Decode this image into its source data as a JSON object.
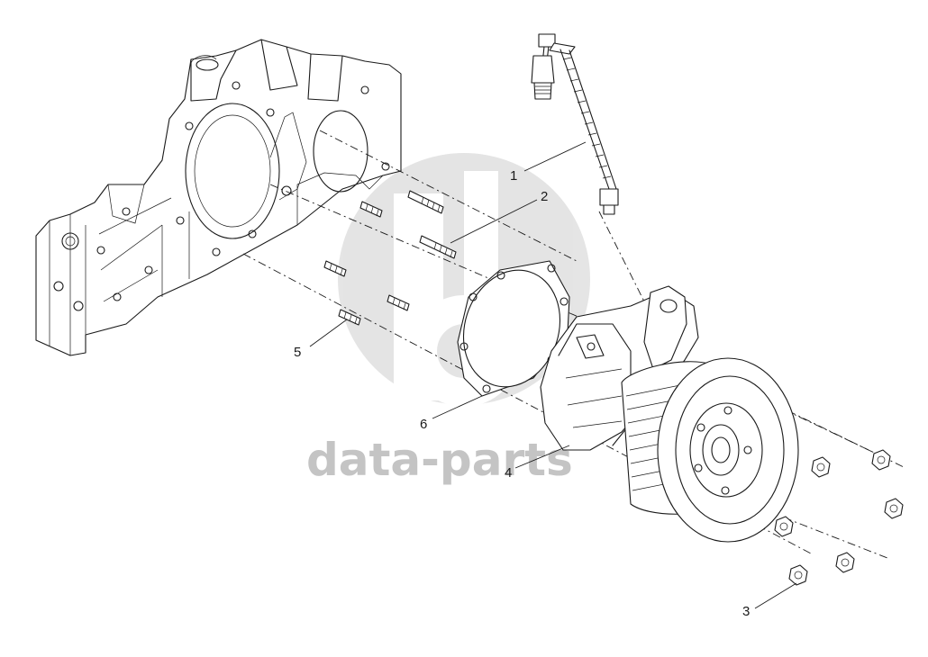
{
  "watermark": {
    "text": "data-parts",
    "color": "#c4c4c4"
  },
  "callouts": [
    {
      "id": "1",
      "label": "1"
    },
    {
      "id": "2",
      "label": "2"
    },
    {
      "id": "3",
      "label": "3"
    },
    {
      "id": "4",
      "label": "4"
    },
    {
      "id": "5",
      "label": "5"
    },
    {
      "id": "6",
      "label": "6"
    }
  ],
  "colors": {
    "line": "#1a1a1a",
    "background": "#ffffff"
  }
}
